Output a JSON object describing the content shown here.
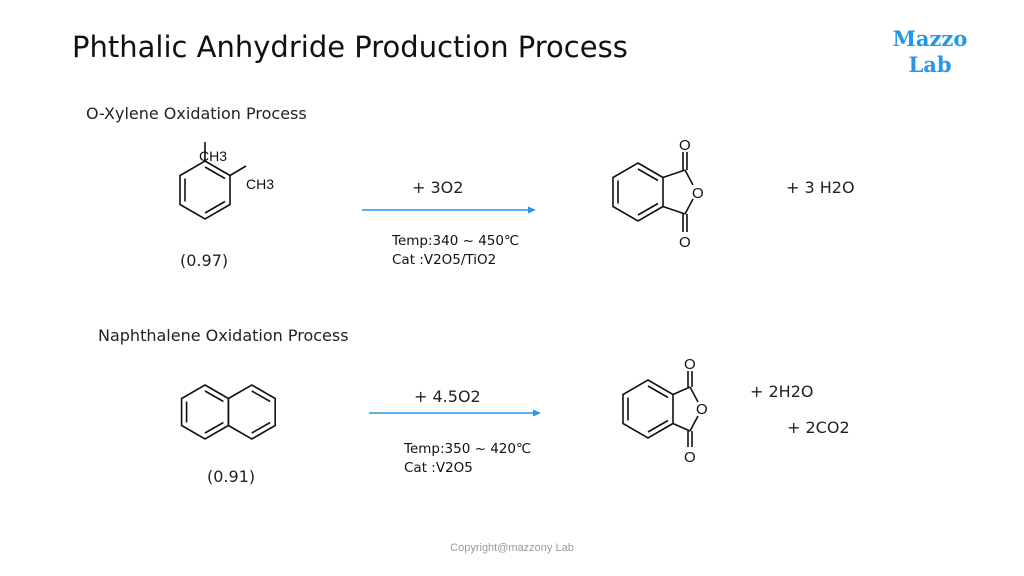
{
  "title": "Phthalic Anhydride Production Process",
  "logo": {
    "line1": "Mazzo",
    "line2": "Lab",
    "color": "#2596e8"
  },
  "accent_color": "#2596e8",
  "process1": {
    "title": "O-Xylene Oxidation Process",
    "reactant_yield": "(0.97)",
    "reactant_labels": {
      "methyl_1": "CH3",
      "methyl_2": "CH3"
    },
    "reagent": "+ 3O2",
    "condition_temp": "Temp:340 ~ 450℃",
    "condition_cat": "Cat :V2O5/TiO2",
    "product_atoms": {
      "top": "O",
      "ring": "O",
      "bottom": "O"
    },
    "byproduct": "+ 3 H2O"
  },
  "process2": {
    "title": "Naphthalene Oxidation Process",
    "reactant_yield": "(0.91)",
    "reagent": "+ 4.5O2",
    "condition_temp": "Temp:350 ~ 420℃",
    "condition_cat": "Cat :V2O5",
    "product_atoms": {
      "top": "O",
      "ring": "O",
      "bottom": "O"
    },
    "byproduct_1": "+ 2H2O",
    "byproduct_2": "+ 2CO2"
  },
  "copyright": "Copyright@mazzony Lab"
}
